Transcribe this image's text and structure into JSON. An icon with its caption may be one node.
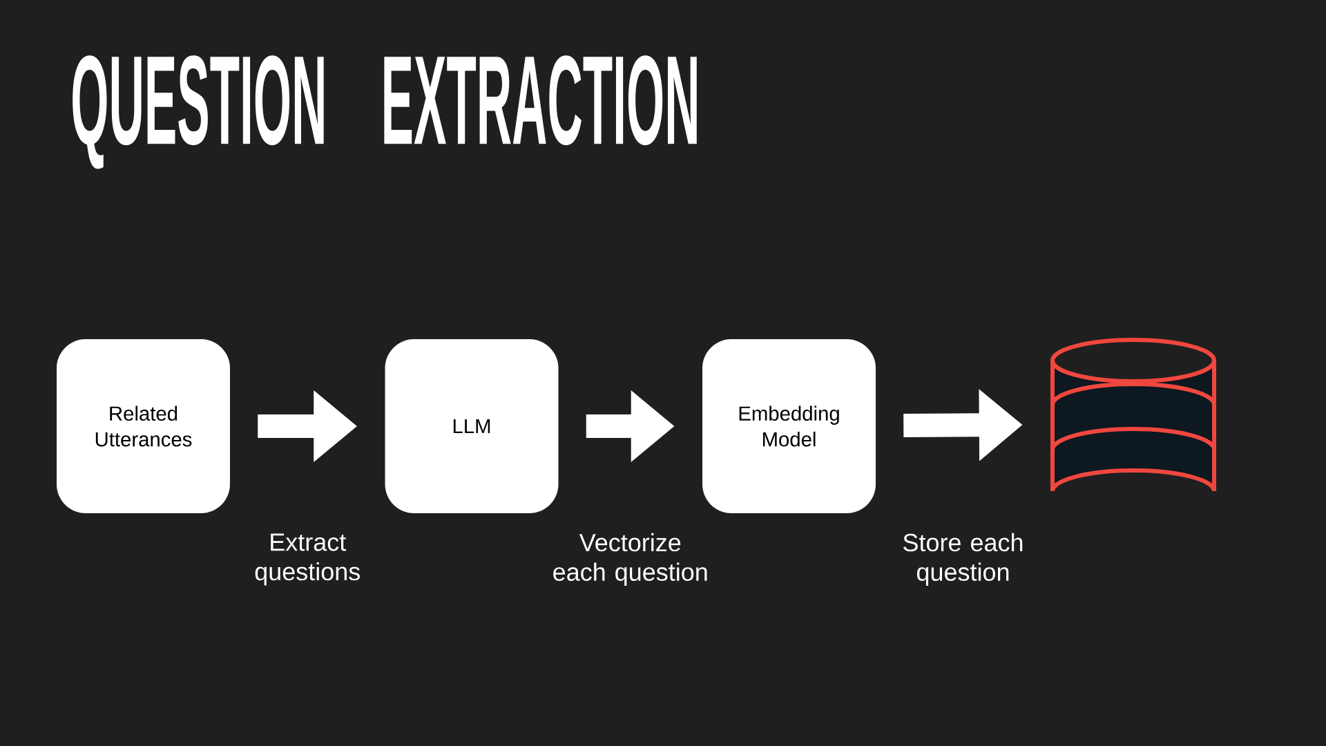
{
  "diagram": {
    "title": "QUESTION EXTRACTION",
    "nodes": [
      {
        "text": [
          "Related Utterances"
        ]
      },
      {
        "text": [
          "LLM"
        ]
      },
      {
        "text": [
          "Embedding Model"
        ]
      },
      {
        "text": [],
        "shape": "cylinder"
      }
    ],
    "edges": [
      {
        "from": 0,
        "to": 1,
        "arrow": "to",
        "label": "Extract questions"
      },
      {
        "from": 1,
        "to": 2,
        "arrow": "to",
        "label": "Vectorize each question"
      },
      {
        "from": 2,
        "to": 3,
        "arrow": "to",
        "label": "Store each question"
      }
    ]
  }
}
